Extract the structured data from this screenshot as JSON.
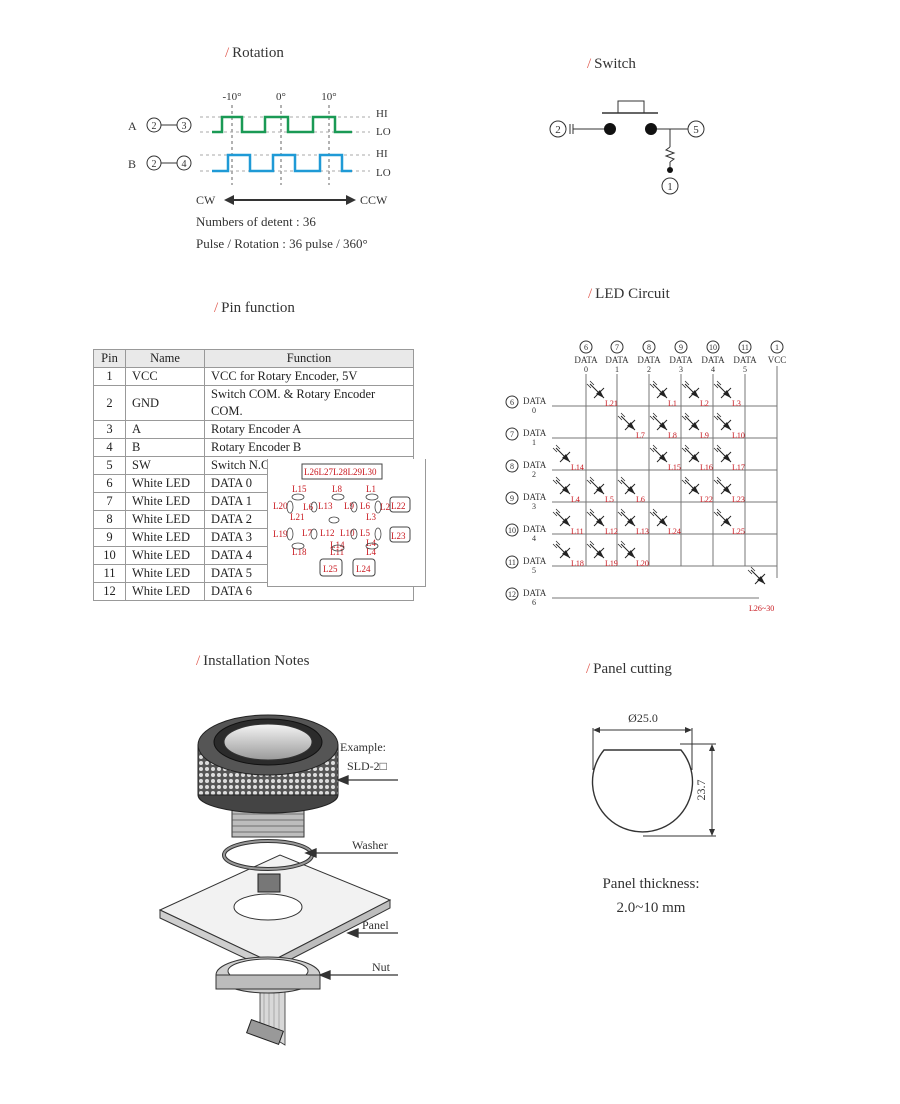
{
  "sections": {
    "rotation": "Rotation",
    "switch": "Switch",
    "pin_function": "Pin function",
    "led_circuit": "LED Circuit",
    "installation": "Installation Notes",
    "panel_cutting": "Panel cutting"
  },
  "rotation": {
    "angles": [
      "-10°",
      "0°",
      "10°"
    ],
    "channel_a": "A",
    "channel_b": "B",
    "pin_a1": "2",
    "pin_a2": "3",
    "pin_b1": "2",
    "pin_b2": "4",
    "hi": "HI",
    "lo": "LO",
    "cw": "CW",
    "ccw": "CCW",
    "detent": "Numbers of detent : 36",
    "pulse": "Pulse / Rotation : 36 pulse / 360°"
  },
  "switch": {
    "pin_left": "2",
    "pin_right": "5",
    "pin_bottom": "1"
  },
  "pin_table": {
    "headers": [
      "Pin",
      "Name",
      "Function"
    ],
    "rows": [
      [
        "1",
        "VCC",
        "VCC for Rotary Encoder, 5V"
      ],
      [
        "2",
        "GND",
        "Switch COM. & Rotary Encoder COM."
      ],
      [
        "3",
        "A",
        "Rotary Encoder A"
      ],
      [
        "4",
        "B",
        "Rotary Encoder B"
      ],
      [
        "5",
        "SW",
        "Switch N.O."
      ],
      [
        "6",
        "White LED",
        "DATA 0"
      ],
      [
        "7",
        "White LED",
        "DATA 1"
      ],
      [
        "8",
        "White LED",
        "DATA 2"
      ],
      [
        "9",
        "White LED",
        "DATA 3"
      ],
      [
        "10",
        "White LED",
        "DATA 4"
      ],
      [
        "11",
        "White LED",
        "DATA 5"
      ],
      [
        "12",
        "White LED",
        "DATA 6"
      ]
    ],
    "ring_labels": {
      "top": "L26L27L28L29L30",
      "r1": [
        "L15",
        "L8",
        "L1"
      ],
      "r2": [
        "L20",
        "L6",
        "L13",
        "L9",
        "L6",
        "L2",
        "L22"
      ],
      "r3": [
        "L21",
        "L3"
      ],
      "r4": [
        "L19",
        "L7",
        "L12",
        "L10",
        "L5",
        "L23"
      ],
      "r5": [
        "L14",
        "L4"
      ],
      "r6": [
        "L18",
        "L11",
        "L4"
      ],
      "bottom": [
        "L25",
        "L24"
      ]
    }
  },
  "led_circuit": {
    "columns": [
      {
        "num": "6",
        "label": "DATA",
        "sub": "0"
      },
      {
        "num": "7",
        "label": "DATA",
        "sub": "1"
      },
      {
        "num": "8",
        "label": "DATA",
        "sub": "2"
      },
      {
        "num": "9",
        "label": "DATA",
        "sub": "3"
      },
      {
        "num": "10",
        "label": "DATA",
        "sub": "4"
      },
      {
        "num": "11",
        "label": "DATA",
        "sub": "5"
      },
      {
        "num": "1",
        "label": "VCC",
        "sub": ""
      }
    ],
    "rows": [
      {
        "num": "6",
        "label": "DATA",
        "sub": "0"
      },
      {
        "num": "7",
        "label": "DATA",
        "sub": "1"
      },
      {
        "num": "8",
        "label": "DATA",
        "sub": "2"
      },
      {
        "num": "9",
        "label": "DATA",
        "sub": "3"
      },
      {
        "num": "10",
        "label": "DATA",
        "sub": "4"
      },
      {
        "num": "11",
        "label": "DATA",
        "sub": "5"
      },
      {
        "num": "12",
        "label": "DATA",
        "sub": "6"
      }
    ],
    "leds": [
      {
        "row": 0,
        "col": 0,
        "label": "L21"
      },
      {
        "row": 0,
        "col": 2,
        "label": "L1"
      },
      {
        "row": 0,
        "col": 3,
        "label": "L2"
      },
      {
        "row": 0,
        "col": 4,
        "label": "L3"
      },
      {
        "row": 1,
        "col": 1,
        "label": "L7"
      },
      {
        "row": 1,
        "col": 2,
        "label": "L8"
      },
      {
        "row": 1,
        "col": 3,
        "label": "L9"
      },
      {
        "row": 1,
        "col": 4,
        "label": "L10"
      },
      {
        "row": 2,
        "col": -1,
        "label": "L14"
      },
      {
        "row": 2,
        "col": 2,
        "label": "L15"
      },
      {
        "row": 2,
        "col": 3,
        "label": "L16"
      },
      {
        "row": 2,
        "col": 4,
        "label": "L17"
      },
      {
        "row": 3,
        "col": -1,
        "label": "L4"
      },
      {
        "row": 3,
        "col": 0,
        "label": "L5"
      },
      {
        "row": 3,
        "col": 1,
        "label": "L6"
      },
      {
        "row": 3,
        "col": 3,
        "label": "L22"
      },
      {
        "row": 3,
        "col": 4,
        "label": "L23"
      },
      {
        "row": 4,
        "col": -1,
        "label": "L11"
      },
      {
        "row": 4,
        "col": 0,
        "label": "L12"
      },
      {
        "row": 4,
        "col": 1,
        "label": "L13"
      },
      {
        "row": 4,
        "col": 2,
        "label": "L24"
      },
      {
        "row": 4,
        "col": 4,
        "label": "L25"
      },
      {
        "row": 5,
        "col": -1,
        "label": "L18"
      },
      {
        "row": 5,
        "col": 0,
        "label": "L19"
      },
      {
        "row": 5,
        "col": 1,
        "label": "L20"
      }
    ],
    "vcc_led": "L26~30"
  },
  "installation": {
    "example": "Example:",
    "model": "SLD-2□",
    "washer": "Washer",
    "panel": "Panel",
    "nut": "Nut"
  },
  "panel_cutting": {
    "diameter": "Ø25.0",
    "flat": "23.7",
    "thickness_label": "Panel thickness:",
    "thickness_value": "2.0~10 mm"
  },
  "colors": {
    "accent": "#e05a4f",
    "channel_a": "#1a9a55",
    "channel_b": "#1f9ad6",
    "led_label": "#c8161d"
  }
}
